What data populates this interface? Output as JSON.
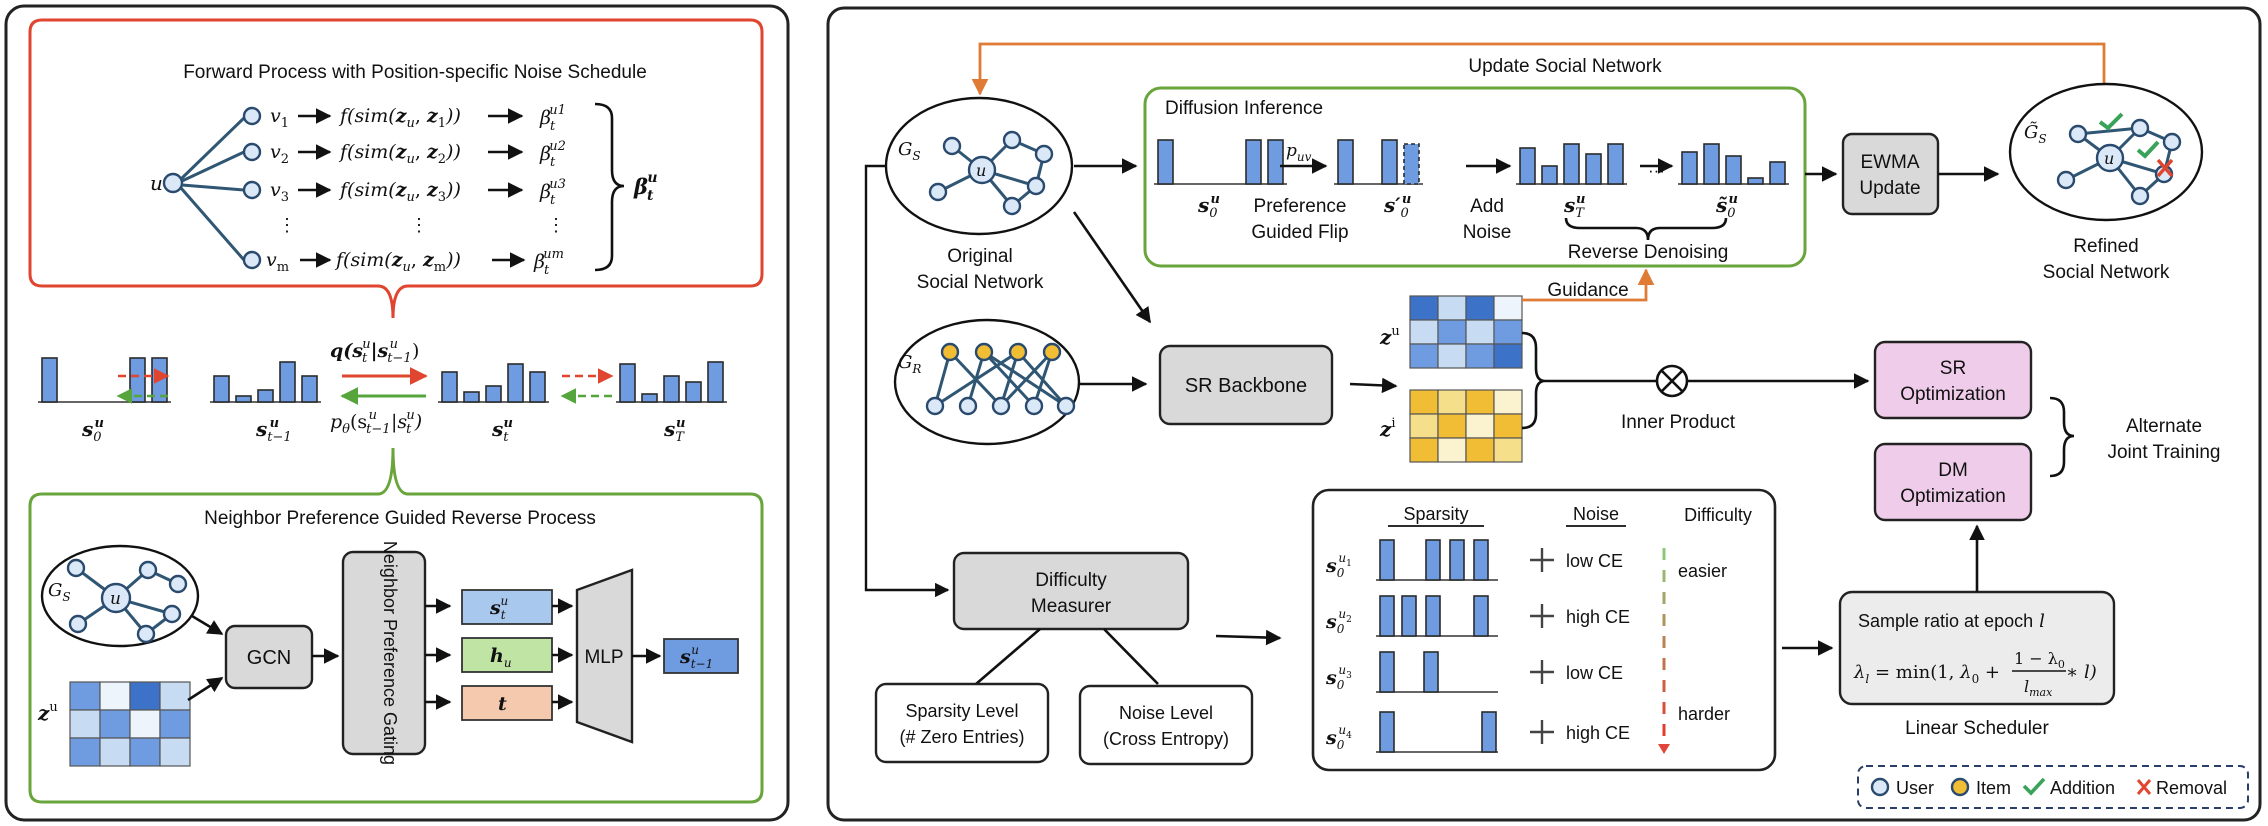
{
  "colors": {
    "bar": "#6f9be0",
    "user_node": "#dbe8f7",
    "item_node": "#f0bd35",
    "red_frame": "#e0452f",
    "green_frame": "#6aa53c",
    "orange_arrow": "#e07b36",
    "gray_box": "#d9d9d9",
    "pink_box": "#efcdea",
    "s_block": "#a9c8ee",
    "h_block": "#bfe4a4",
    "t_block": "#f4c9ad"
  },
  "left": {
    "forward_title": "Forward Process with Position-specific Noise Schedule",
    "user_label": "u",
    "rows": [
      {
        "v": "v",
        "vsub": "1",
        "f": "f(sim(",
        "z1": "z",
        "zs1": "u",
        "sep": ", ",
        "z2": "z",
        "zs2": "1",
        "close": "))",
        "beta": "β",
        "bsub": "t",
        "bsup": "u1"
      },
      {
        "v": "v",
        "vsub": "2",
        "f": "f(sim(",
        "z1": "z",
        "zs1": "u",
        "sep": ", ",
        "z2": "z",
        "zs2": "2",
        "close": "))",
        "beta": "β",
        "bsub": "t",
        "bsup": "u2"
      },
      {
        "v": "v",
        "vsub": "3",
        "f": "f(sim(",
        "z1": "z",
        "zs1": "u",
        "sep": ", ",
        "z2": "z",
        "zs2": "3",
        "close": "))",
        "beta": "β",
        "bsub": "t",
        "bsup": "u3"
      },
      {
        "v": "v",
        "vsub": "m",
        "f": "f(sim(",
        "z1": "z",
        "zs1": "u",
        "sep": ", ",
        "z2": "z",
        "zs2": "m",
        "close": "))",
        "beta": "β",
        "bsub": "t",
        "bsup": "um"
      }
    ],
    "ellipsis": "⋮",
    "beta_vec": "β",
    "beta_vec_sub": "t",
    "beta_vec_sup": "u",
    "q_text": "q(s",
    "q_sub1": "t",
    "q_sup1": "u",
    "q_bar": "|s",
    "q_sub2": "t−1",
    "q_sup2": "u",
    "q_close": ")",
    "p_text": "p",
    "p_theta": "θ",
    "p_open": "(s",
    "p_sub1": "t−1",
    "p_sup1": "u",
    "p_bar": "|s",
    "p_sub2": "t",
    "p_sup2": "u",
    "p_close": ")",
    "state_labels": [
      {
        "s": "s",
        "sub": "0",
        "sup": "u"
      },
      {
        "s": "s",
        "sub": "t−1",
        "sup": "u"
      },
      {
        "s": "s",
        "sub": "t",
        "sup": "u"
      },
      {
        "s": "s",
        "sub": "T",
        "sup": "u"
      }
    ],
    "reverse_title": "Neighbor Preference Guided Reverse Process",
    "graph_label": "G",
    "graph_sub": "S",
    "graph_center": "u",
    "gcn": "GCN",
    "gating": "Neighbor Preference Gating",
    "z_label": "z",
    "z_sup": "u",
    "mlp": "MLP",
    "input_s": "s",
    "input_s_sub": "t",
    "input_s_sup": "u",
    "input_h": "h",
    "input_h_sub": "u",
    "input_t": "t",
    "output_s": "s",
    "output_s_sub": "t−1",
    "output_s_sup": "u"
  },
  "right": {
    "update_social": "Update Social Network",
    "gs_label": "G",
    "gs_sub": "S",
    "gs_center": "u",
    "original_social": [
      "Original",
      "Social Network"
    ],
    "diffusion_inference": "Diffusion Inference",
    "puv": "p",
    "puv_sub": "uv",
    "pref_flip": [
      "Preference",
      "Guided Flip"
    ],
    "add_noise": [
      "Add",
      "Noise"
    ],
    "s0": "s",
    "s0_sub": "0",
    "s0_sup": "u",
    "s0p": "s′",
    "s0p_sub": "0",
    "s0p_sup": "u",
    "sT": "s",
    "sT_sub": "T",
    "sT_sup": "u",
    "s0h": "s̃",
    "s0h_sub": "0",
    "s0h_sup": "u",
    "dots": "···",
    "reverse_denoising": "Reverse Denoising",
    "ewma": [
      "EWMA",
      "Update"
    ],
    "refined_label": "G̃",
    "refined_sub": "S",
    "refined_center": "u",
    "refined_social": [
      "Refined",
      "Social Network"
    ],
    "gr_label": "G",
    "gr_sub": "R",
    "sr_backbone": "SR Backbone",
    "zu": "z",
    "zu_sup": "u",
    "zi": "z",
    "zi_sup": "i",
    "guidance": "Guidance",
    "inner_product": "Inner Product",
    "sr_opt": [
      "SR",
      "Optimization"
    ],
    "dm_opt": [
      "DM",
      "Optimization"
    ],
    "alternate": [
      "Alternate",
      "Joint Training"
    ],
    "difficulty_measurer": [
      "Difficulty",
      "Measurer"
    ],
    "sparsity_level": [
      "Sparsity Level",
      "(# Zero Entries)"
    ],
    "noise_level": [
      "Noise Level",
      "(Cross Entropy)"
    ],
    "table_headers": [
      "Sparsity",
      "Noise",
      "Difficulty"
    ],
    "table_rows": [
      {
        "s": "s",
        "sub": "0",
        "sup": "u",
        "sup2": "1",
        "noise": "low CE"
      },
      {
        "s": "s",
        "sub": "0",
        "sup": "u",
        "sup2": "2",
        "noise": "high CE"
      },
      {
        "s": "s",
        "sub": "0",
        "sup": "u",
        "sup2": "3",
        "noise": "low CE"
      },
      {
        "s": "s",
        "sub": "0",
        "sup": "u",
        "sup2": "4",
        "noise": "high CE"
      }
    ],
    "easier": "easier",
    "harder": "harder",
    "sample_ratio": "Sample ratio at epoch",
    "epoch_var": "l",
    "lambda_formula": {
      "lam": "λ",
      "lsub": "l",
      "eq": " = min(1, ",
      "lam0": "λ",
      "zero": "0",
      "plus": " + ",
      "num": "1 − λ",
      "num0": "0",
      "den": "l",
      "densub": "max",
      "tail": " ∗ l)"
    },
    "linear_scheduler": "Linear Scheduler",
    "legend": [
      {
        "label": "User",
        "icon": "user-node-icon"
      },
      {
        "label": "Item",
        "icon": "item-node-icon"
      },
      {
        "label": "Addition",
        "icon": "check-icon"
      },
      {
        "label": "Removal",
        "icon": "cross-icon"
      }
    ]
  }
}
